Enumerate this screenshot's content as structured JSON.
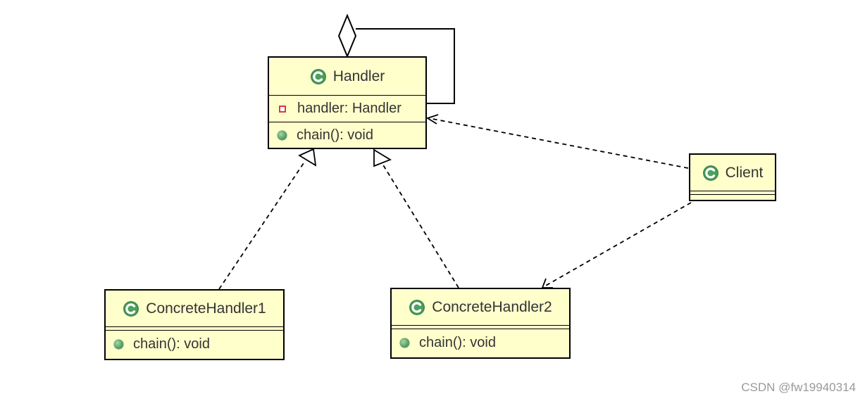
{
  "diagram": {
    "classes": [
      {
        "id": "handler",
        "name": "Handler",
        "attributes": [
          {
            "visibility": "private",
            "text": "handler: Handler"
          }
        ],
        "methods": [
          {
            "visibility": "public",
            "text": "chain(): void"
          }
        ]
      },
      {
        "id": "client",
        "name": "Client",
        "attributes": [],
        "methods": []
      },
      {
        "id": "concrete1",
        "name": "ConcreteHandler1",
        "attributes": [],
        "methods": [
          {
            "visibility": "public",
            "text": "chain(): void"
          }
        ]
      },
      {
        "id": "concrete2",
        "name": "ConcreteHandler2",
        "attributes": [],
        "methods": [
          {
            "visibility": "public",
            "text": "chain(): void"
          }
        ]
      }
    ],
    "relationships": [
      {
        "type": "aggregation",
        "from": "handler",
        "to": "handler"
      },
      {
        "type": "realization",
        "from": "concrete1",
        "to": "handler"
      },
      {
        "type": "realization",
        "from": "concrete2",
        "to": "handler"
      },
      {
        "type": "dependency",
        "from": "client",
        "to": "handler"
      },
      {
        "type": "dependency",
        "from": "client",
        "to": "concrete2"
      }
    ],
    "colors": {
      "class_fill": "#ffffcc",
      "class_border": "#000000",
      "icon_green": "#3f8b4f",
      "private_red": "#d83b3b"
    }
  },
  "watermark": "CSDN @fw19940314"
}
